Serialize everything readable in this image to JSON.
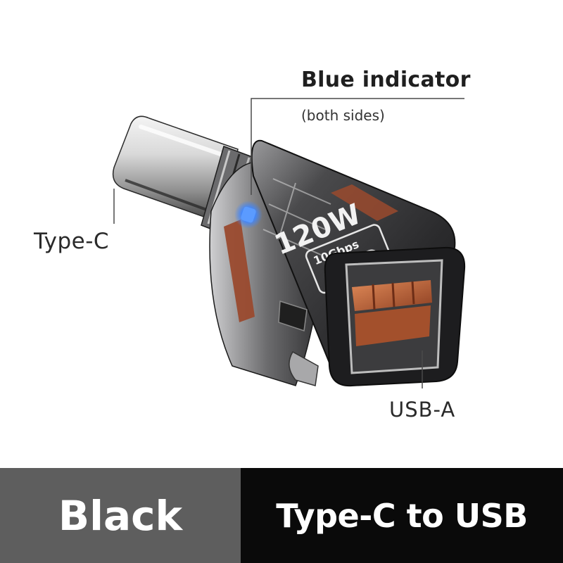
{
  "callout": {
    "title": "Blue indicator",
    "subtitle": "(both sides)"
  },
  "labels": {
    "input_port": "Type-C",
    "output_port": "USB-A"
  },
  "product_marking": {
    "power": "120W",
    "speed": "10Gbps"
  },
  "banner": {
    "color": "Black",
    "type": "Type-C to USB"
  },
  "colors": {
    "shell": "#3a3a3c",
    "copper_band": "#9a4a2e",
    "indicator": "#3f86ff",
    "usb_tongue": "#c56a3c",
    "color_panel": "#5e5e5e",
    "type_panel": "#0a0a0a"
  },
  "icons": [
    "usb-c-port-icon",
    "blue-led-icon"
  ]
}
